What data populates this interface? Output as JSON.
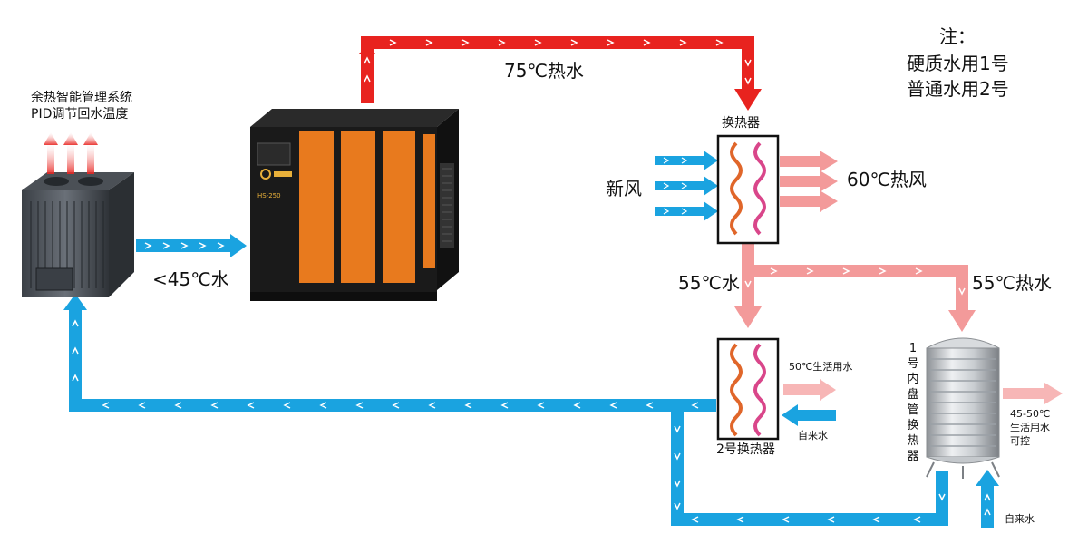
{
  "note": {
    "title": "注：",
    "line1": "硬质水用1号",
    "line2": "普通水用2号"
  },
  "heat_pump": {
    "label_line1": "余热智能管理系统",
    "label_line2": "PID调节回水温度"
  },
  "compressor": {
    "brand_text": "HS-250"
  },
  "flows": {
    "hot_water_75": "75℃热水",
    "return_45": "<45℃水",
    "fresh_air": "新风",
    "hot_air_60": "60℃热风",
    "water_55_left": "55℃水",
    "hot_water_55_right": "55℃热水",
    "domestic_50": "50℃生活用水",
    "tap_water_hx2": "自来水",
    "domestic_45_50_line1": "45-50℃",
    "domestic_45_50_line2": "生活用水",
    "domestic_45_50_line3": "可控",
    "tap_water_tank": "自来水"
  },
  "exchangers": {
    "hx_top_label": "换热器",
    "hx2_label": "2号换热器",
    "tank_label": "1号内盘管换热器"
  },
  "colors": {
    "hot_red": "#e8231f",
    "warm_pink": "#f39a9a",
    "cold_blue": "#1aa3e0",
    "compressor_orange": "#e87a1e",
    "compressor_dark": "#1a1a1a"
  },
  "icons": [
    "arrow-right-icon",
    "arrow-down-icon",
    "arrow-up-icon",
    "wavy-coil-icon"
  ]
}
